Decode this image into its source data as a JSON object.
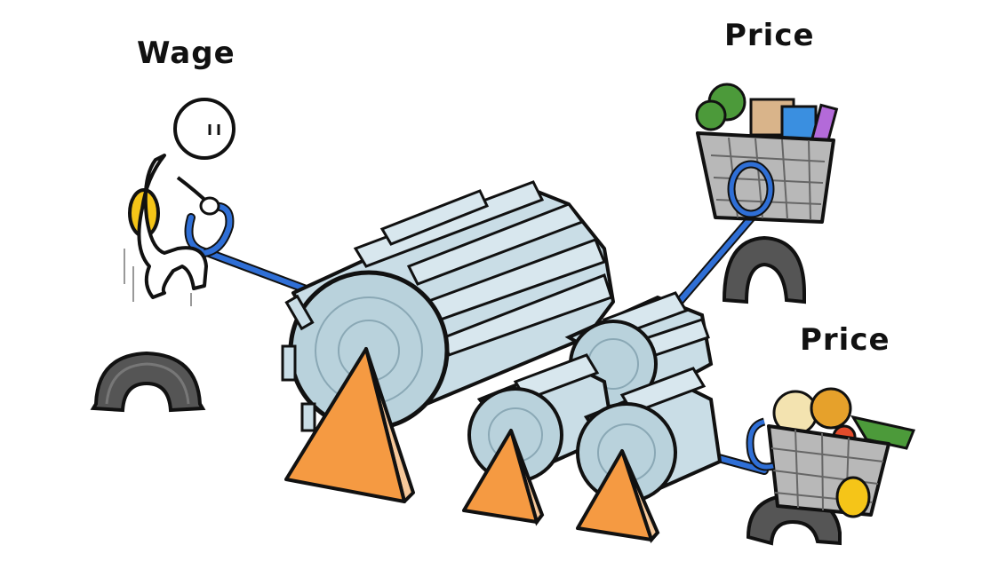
{
  "labels": {
    "wage": "Wage",
    "price_top": "Price",
    "price_bottom": "Price"
  },
  "colors": {
    "outline": "#111111",
    "gear_fill": "#c9dde6",
    "gear_shade": "#a9c3cf",
    "rope": "#2f6fd6",
    "wedge": "#f59a42",
    "wedge_side": "#f6c89a",
    "stand": "#555555",
    "seat": "#f5c518",
    "basket": "#b8b8b8",
    "milk": "#3a8fe0",
    "greens": "#4c9a3a"
  },
  "icons": [
    "person-icon",
    "shopping-basket-icon",
    "gear-icon",
    "wedge-icon",
    "tire-stand-icon"
  ]
}
